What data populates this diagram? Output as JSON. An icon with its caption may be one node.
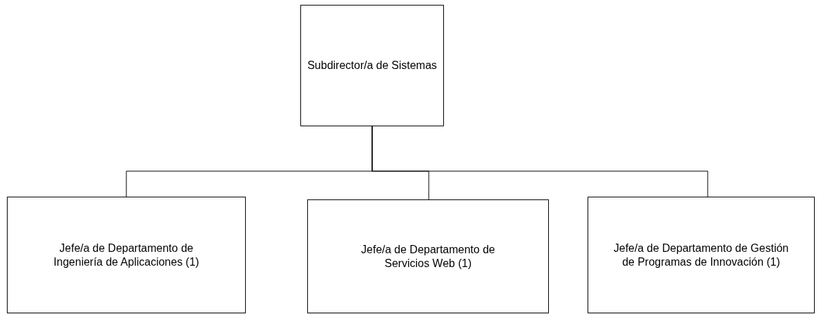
{
  "diagram": {
    "nodes": [
      {
        "text": [
          "Subdirector/a de Sistemas"
        ]
      },
      {
        "text": [
          "Jefe/a de Departamento de Ingeniería de Aplicaciones (1)"
        ]
      },
      {
        "text": [
          "Jefe/a de Departamento de Servicios Web (1)"
        ]
      },
      {
        "text": [
          "Jefe/a de Departamento de Gestión de Programas de Innovación (1)"
        ]
      }
    ],
    "edges": [
      {
        "from": 0,
        "to": 1,
        "arrow": "none"
      },
      {
        "from": 0,
        "to": 2,
        "arrow": "none"
      },
      {
        "from": 0,
        "to": 3,
        "arrow": "none"
      }
    ]
  }
}
